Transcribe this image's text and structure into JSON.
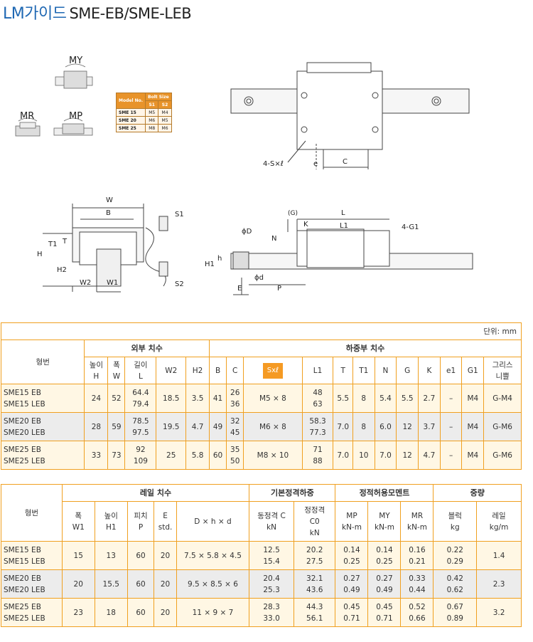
{
  "header": {
    "brand": "LM가이드",
    "model": "SME-EB/SME-LEB"
  },
  "drawing_labels": {
    "my": "MY",
    "mr": "MR",
    "mp": "MP",
    "s_xl": "4-S×ℓ",
    "e": "e",
    "c": "C",
    "w": "W",
    "b": "B",
    "t": "T",
    "t1": "T1",
    "h": "H",
    "h2": "H2",
    "w2": "W2",
    "w1": "W1",
    "s1": "S1",
    "s2": "S2",
    "g": "(G)",
    "l": "L",
    "k": "K",
    "l1": "L1",
    "n": "N",
    "g1": "4-G1",
    "phi_d_big": "ϕD",
    "phi_d": "ϕd",
    "h_small": "h",
    "h1": "H1",
    "e_big": "E",
    "p": "P"
  },
  "bolt_table": {
    "headers": [
      "Model No.",
      "Bolt Size",
      "S1",
      "S2"
    ],
    "rows": [
      [
        "SME 15",
        "M5",
        "M4"
      ],
      [
        "SME 20",
        "M6",
        "M5"
      ],
      [
        "SME 25",
        "M8",
        "M6"
      ]
    ]
  },
  "table1": {
    "unit": "단위: mm",
    "group_outer": "외부 치수",
    "group_load": "하중부 치수",
    "model_header": "형번",
    "col_headers": [
      "높이\nH",
      "폭\nW",
      "길이\nL",
      "W2",
      "H2",
      "B",
      "C",
      "Sxℓ",
      "L1",
      "T",
      "T1",
      "N",
      "G",
      "K",
      "e1",
      "G1",
      "그리스\n니쁠"
    ],
    "rows": [
      [
        "SME15 EB\nSME15 LEB",
        "24",
        "52",
        "64.4\n79.4",
        "18.5",
        "3.5",
        "41",
        "26\n36",
        "M5 × 8",
        "48\n63",
        "5.5",
        "8",
        "5.4",
        "5.5",
        "2.7",
        "–",
        "M4",
        "G-M4"
      ],
      [
        "SME20 EB\nSME20 LEB",
        "28",
        "59",
        "78.5\n97.5",
        "19.5",
        "4.7",
        "49",
        "32\n45",
        "M6 × 8",
        "58.3\n77.3",
        "7.0",
        "8",
        "6.0",
        "12",
        "3.7",
        "–",
        "M4",
        "G-M6"
      ],
      [
        "SME25 EB\nSME25 LEB",
        "33",
        "73",
        "92\n109",
        "25",
        "5.8",
        "60",
        "35\n50",
        "M8 × 10",
        "71\n88",
        "7.0",
        "10",
        "7.0",
        "12",
        "4.7",
        "–",
        "M4",
        "G-M6"
      ]
    ]
  },
  "table2": {
    "model_header": "형번",
    "group_rail": "레일 치수",
    "group_basic": "기본정격하중",
    "group_moment": "정적허용모멘트",
    "group_weight": "중량",
    "col_headers": [
      "폭\nW1",
      "높이\nH1",
      "피치\nP",
      "E\nstd.",
      "D × h × d",
      "동정격 C\nkN",
      "정정격\nC0\nkN",
      "MP\nkN-m",
      "MY\nkN-m",
      "MR\nkN-m",
      "블럭\nkg",
      "레일\nkg/m"
    ],
    "rows": [
      [
        "SME15 EB\nSME15 LEB",
        "15",
        "13",
        "60",
        "20",
        "7.5 × 5.8 × 4.5",
        "12.5\n15.4",
        "20.2\n27.5",
        "0.14\n0.25",
        "0.14\n0.25",
        "0.16\n0.21",
        "0.22\n0.29",
        "1.4"
      ],
      [
        "SME20 EB\nSME20 LEB",
        "20",
        "15.5",
        "60",
        "20",
        "9.5 × 8.5 × 6",
        "20.4\n25.3",
        "32.1\n43.6",
        "0.27\n0.49",
        "0.27\n0.49",
        "0.33\n0.44",
        "0.42\n0.62",
        "2.3"
      ],
      [
        "SME25 EB\nSME25 LEB",
        "23",
        "18",
        "60",
        "20",
        "11 × 9 × 7",
        "28.3\n33.0",
        "44.3\n56.1",
        "0.45\n0.71",
        "0.45\n0.71",
        "0.52\n0.66",
        "0.67\n0.89",
        "3.2"
      ]
    ]
  }
}
